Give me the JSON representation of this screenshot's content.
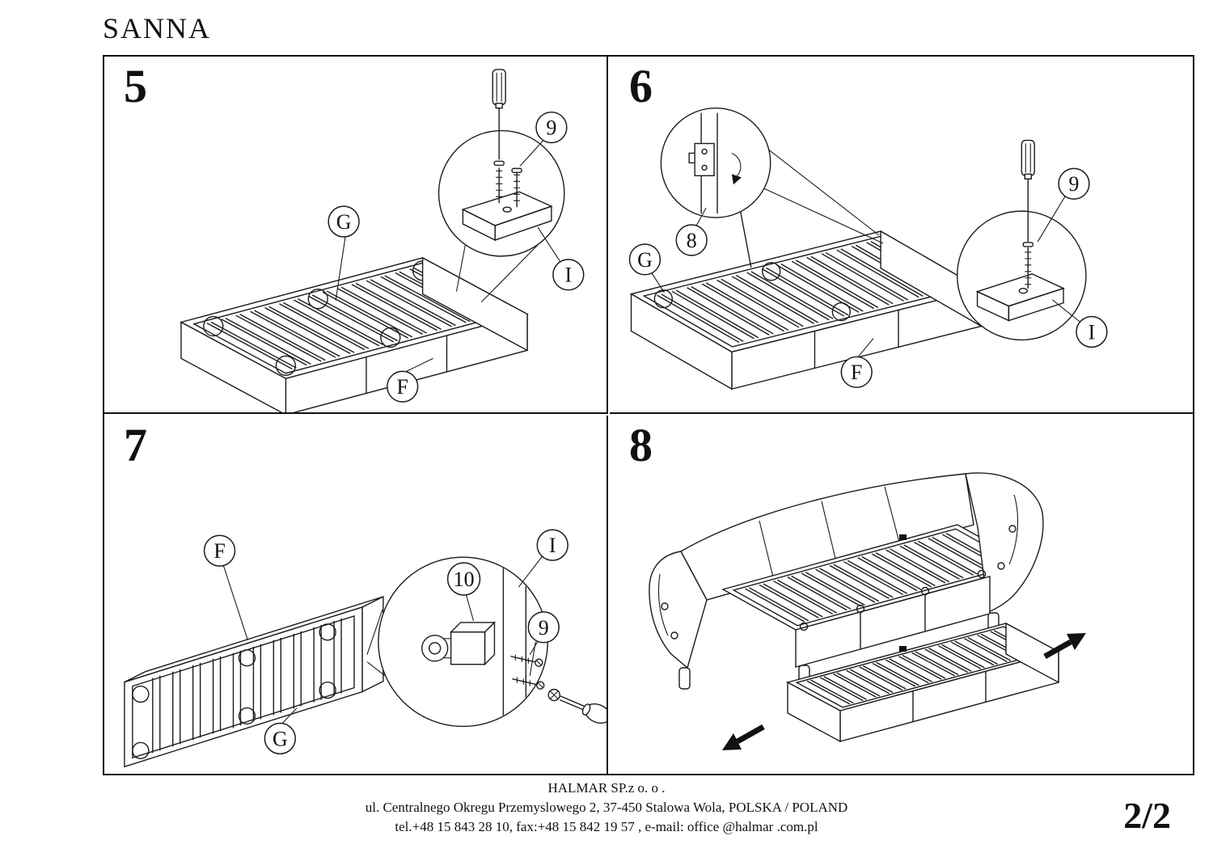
{
  "title": "SANNA",
  "panels": {
    "step5": {
      "number": "5",
      "labels": {
        "g": "G",
        "f": "F",
        "screw": "9",
        "corner": "I"
      }
    },
    "step6": {
      "number": "6",
      "labels": {
        "latch": "8",
        "g": "G",
        "f": "F",
        "screw": "9",
        "corner": "I"
      }
    },
    "step7": {
      "number": "7",
      "labels": {
        "f": "F",
        "g": "G",
        "block": "10",
        "post": "I",
        "screw": "9"
      }
    },
    "step8": {
      "number": "8"
    }
  },
  "footer": {
    "company": "HALMAR SP.z o. o .",
    "address": "ul. Centralnego Okregu Przemyslowego 2, 37-450 Stalowa Wola, POLSKA / POLAND",
    "contact": "tel.+48 15 843 28 10, fax:+48 15 842 19 57 , e-mail: office @halmar .com.pl",
    "page": "2/2"
  }
}
